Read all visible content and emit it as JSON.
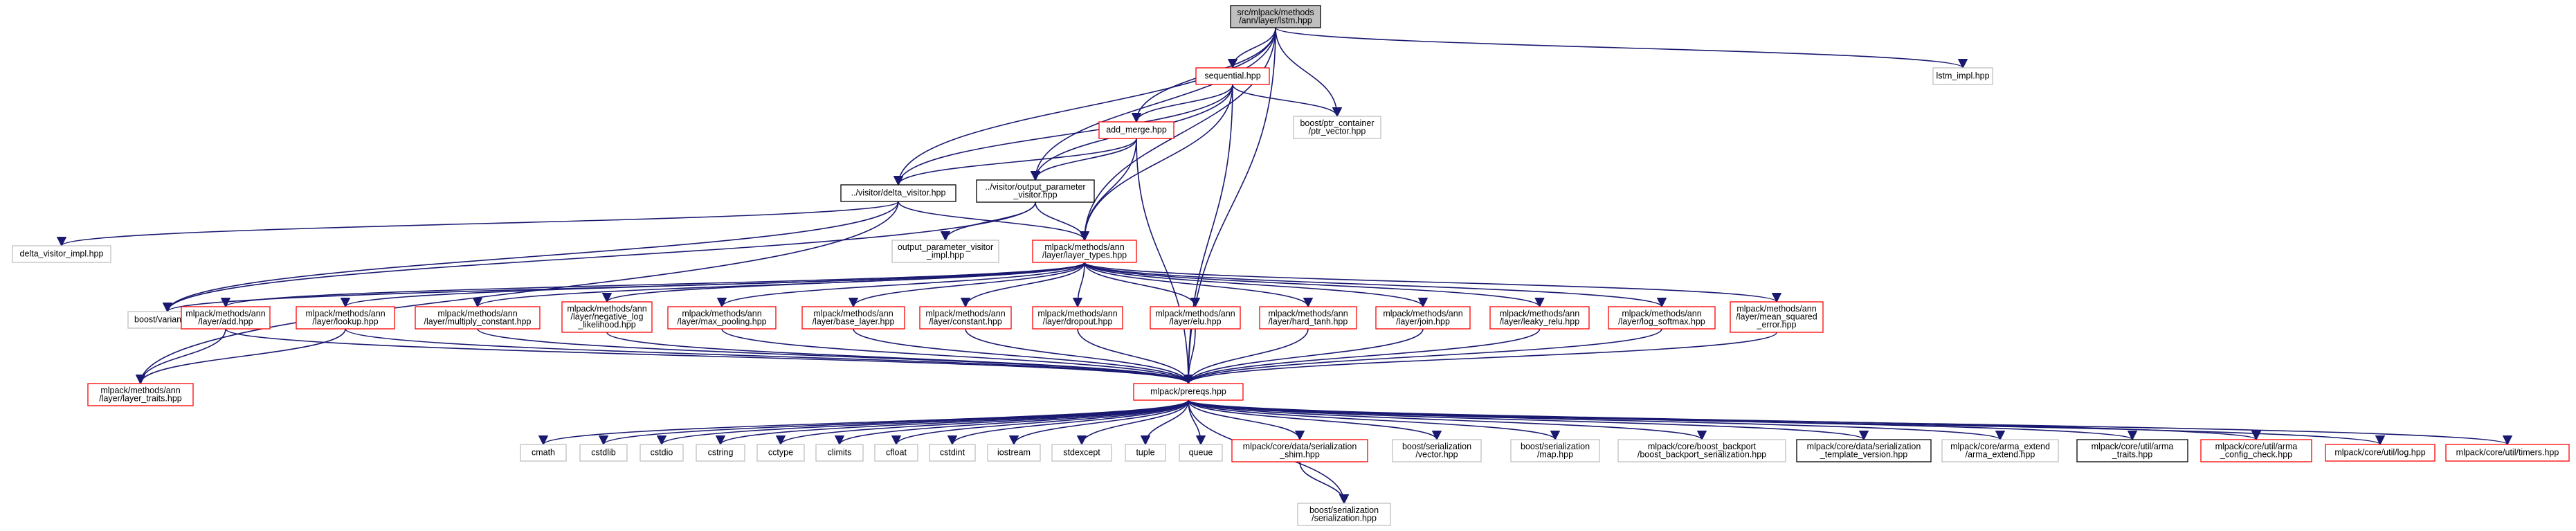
{
  "colors": {
    "edge": "#191970",
    "root_fill": "#bfbfbf",
    "border_red": "#ff0000",
    "border_black": "#000000",
    "border_grey": "#bfbfbf"
  },
  "nodes": [
    {
      "id": "lstm",
      "lines": [
        "src/mlpack/methods",
        "/ann/layer/lstm.hpp"
      ],
      "style": "root"
    },
    {
      "id": "sequential",
      "lines": [
        "sequential.hpp"
      ],
      "style": "red"
    },
    {
      "id": "lstm_impl",
      "lines": [
        "lstm_impl.hpp"
      ],
      "style": "grey"
    },
    {
      "id": "ptr_vector",
      "lines": [
        "boost/ptr_container",
        "/ptr_vector.hpp"
      ],
      "style": "grey"
    },
    {
      "id": "add_merge",
      "lines": [
        "add_merge.hpp"
      ],
      "style": "red"
    },
    {
      "id": "delta_visitor",
      "lines": [
        "../visitor/delta_visitor.hpp"
      ],
      "style": "black"
    },
    {
      "id": "output_parameter_visitor",
      "lines": [
        "../visitor/output_parameter",
        "_visitor.hpp"
      ],
      "style": "black"
    },
    {
      "id": "delta_visitor_impl",
      "lines": [
        "delta_visitor_impl.hpp"
      ],
      "style": "grey"
    },
    {
      "id": "output_parameter_visitor_impl",
      "lines": [
        "output_parameter_visitor",
        "_impl.hpp"
      ],
      "style": "grey"
    },
    {
      "id": "layer_types",
      "lines": [
        "mlpack/methods/ann",
        "/layer/layer_types.hpp"
      ],
      "style": "red"
    },
    {
      "id": "variant",
      "lines": [
        "boost/variant.hpp"
      ],
      "style": "grey"
    },
    {
      "id": "add",
      "lines": [
        "mlpack/methods/ann",
        "/layer/add.hpp"
      ],
      "style": "red"
    },
    {
      "id": "lookup",
      "lines": [
        "mlpack/methods/ann",
        "/layer/lookup.hpp"
      ],
      "style": "red"
    },
    {
      "id": "multiply_constant",
      "lines": [
        "mlpack/methods/ann",
        "/layer/multiply_constant.hpp"
      ],
      "style": "red"
    },
    {
      "id": "negative_log_likelihood",
      "lines": [
        "mlpack/methods/ann",
        "/layer/negative_log",
        "_likelihood.hpp"
      ],
      "style": "red"
    },
    {
      "id": "max_pooling",
      "lines": [
        "mlpack/methods/ann",
        "/layer/max_pooling.hpp"
      ],
      "style": "red"
    },
    {
      "id": "base_layer",
      "lines": [
        "mlpack/methods/ann",
        "/layer/base_layer.hpp"
      ],
      "style": "red"
    },
    {
      "id": "constant",
      "lines": [
        "mlpack/methods/ann",
        "/layer/constant.hpp"
      ],
      "style": "red"
    },
    {
      "id": "dropout",
      "lines": [
        "mlpack/methods/ann",
        "/layer/dropout.hpp"
      ],
      "style": "red"
    },
    {
      "id": "elu",
      "lines": [
        "mlpack/methods/ann",
        "/layer/elu.hpp"
      ],
      "style": "red"
    },
    {
      "id": "hard_tanh",
      "lines": [
        "mlpack/methods/ann",
        "/layer/hard_tanh.hpp"
      ],
      "style": "red"
    },
    {
      "id": "join",
      "lines": [
        "mlpack/methods/ann",
        "/layer/join.hpp"
      ],
      "style": "red"
    },
    {
      "id": "leaky_relu",
      "lines": [
        "mlpack/methods/ann",
        "/layer/leaky_relu.hpp"
      ],
      "style": "red"
    },
    {
      "id": "log_softmax",
      "lines": [
        "mlpack/methods/ann",
        "/layer/log_softmax.hpp"
      ],
      "style": "red"
    },
    {
      "id": "mean_squared_error",
      "lines": [
        "mlpack/methods/ann",
        "/layer/mean_squared",
        "_error.hpp"
      ],
      "style": "red"
    },
    {
      "id": "layer_traits",
      "lines": [
        "mlpack/methods/ann",
        "/layer/layer_traits.hpp"
      ],
      "style": "red"
    },
    {
      "id": "prereqs",
      "lines": [
        "mlpack/prereqs.hpp"
      ],
      "style": "red"
    },
    {
      "id": "cmath",
      "lines": [
        "cmath"
      ],
      "style": "grey"
    },
    {
      "id": "cstdlib",
      "lines": [
        "cstdlib"
      ],
      "style": "grey"
    },
    {
      "id": "cstdio",
      "lines": [
        "cstdio"
      ],
      "style": "grey"
    },
    {
      "id": "cstring",
      "lines": [
        "cstring"
      ],
      "style": "grey"
    },
    {
      "id": "cctype",
      "lines": [
        "cctype"
      ],
      "style": "grey"
    },
    {
      "id": "climits",
      "lines": [
        "climits"
      ],
      "style": "grey"
    },
    {
      "id": "cfloat",
      "lines": [
        "cfloat"
      ],
      "style": "grey"
    },
    {
      "id": "cstdint",
      "lines": [
        "cstdint"
      ],
      "style": "grey"
    },
    {
      "id": "iostream",
      "lines": [
        "iostream"
      ],
      "style": "grey"
    },
    {
      "id": "stdexcept",
      "lines": [
        "stdexcept"
      ],
      "style": "grey"
    },
    {
      "id": "tuple",
      "lines": [
        "tuple"
      ],
      "style": "grey"
    },
    {
      "id": "queue",
      "lines": [
        "queue"
      ],
      "style": "grey"
    },
    {
      "id": "serialization_shim",
      "lines": [
        "mlpack/core/data/serialization",
        "_shim.hpp"
      ],
      "style": "red"
    },
    {
      "id": "boost_vector",
      "lines": [
        "boost/serialization",
        "/vector.hpp"
      ],
      "style": "grey"
    },
    {
      "id": "boost_map",
      "lines": [
        "boost/serialization",
        "/map.hpp"
      ],
      "style": "grey"
    },
    {
      "id": "boost_backport",
      "lines": [
        "mlpack/core/boost_backport",
        "/boost_backport_serialization.hpp"
      ],
      "style": "grey"
    },
    {
      "id": "serialization_template_version",
      "lines": [
        "mlpack/core/data/serialization",
        "_template_version.hpp"
      ],
      "style": "black"
    },
    {
      "id": "arma_extend",
      "lines": [
        "mlpack/core/arma_extend",
        "/arma_extend.hpp"
      ],
      "style": "grey"
    },
    {
      "id": "arma_traits",
      "lines": [
        "mlpack/core/util/arma",
        "_traits.hpp"
      ],
      "style": "black"
    },
    {
      "id": "arma_config_check",
      "lines": [
        "mlpack/core/util/arma",
        "_config_check.hpp"
      ],
      "style": "red"
    },
    {
      "id": "log",
      "lines": [
        "mlpack/core/util/log.hpp"
      ],
      "style": "red"
    },
    {
      "id": "timers",
      "lines": [
        "mlpack/core/util/timers.hpp"
      ],
      "style": "red"
    },
    {
      "id": "boost_serialization",
      "lines": [
        "boost/serialization",
        "/serialization.hpp"
      ],
      "style": "grey"
    }
  ],
  "edges": [
    [
      "lstm",
      "sequential"
    ],
    [
      "lstm",
      "lstm_impl"
    ],
    [
      "lstm",
      "ptr_vector"
    ],
    [
      "lstm",
      "add_merge"
    ],
    [
      "lstm",
      "delta_visitor"
    ],
    [
      "lstm",
      "output_parameter_visitor"
    ],
    [
      "lstm",
      "layer_types"
    ],
    [
      "lstm",
      "prereqs"
    ],
    [
      "sequential",
      "ptr_vector"
    ],
    [
      "sequential",
      "add_merge"
    ],
    [
      "sequential",
      "delta_visitor"
    ],
    [
      "sequential",
      "output_parameter_visitor"
    ],
    [
      "sequential",
      "layer_types"
    ],
    [
      "sequential",
      "prereqs"
    ],
    [
      "add_merge",
      "delta_visitor"
    ],
    [
      "add_merge",
      "output_parameter_visitor"
    ],
    [
      "add_merge",
      "layer_types"
    ],
    [
      "add_merge",
      "prereqs"
    ],
    [
      "delta_visitor",
      "delta_visitor_impl"
    ],
    [
      "delta_visitor",
      "layer_types"
    ],
    [
      "delta_visitor",
      "variant"
    ],
    [
      "delta_visitor",
      "layer_traits"
    ],
    [
      "output_parameter_visitor",
      "output_parameter_visitor_impl"
    ],
    [
      "output_parameter_visitor",
      "layer_types"
    ],
    [
      "output_parameter_visitor",
      "variant"
    ],
    [
      "layer_types",
      "variant"
    ],
    [
      "layer_types",
      "add"
    ],
    [
      "layer_types",
      "lookup"
    ],
    [
      "layer_types",
      "multiply_constant"
    ],
    [
      "layer_types",
      "negative_log_likelihood"
    ],
    [
      "layer_types",
      "max_pooling"
    ],
    [
      "layer_types",
      "base_layer"
    ],
    [
      "layer_types",
      "constant"
    ],
    [
      "layer_types",
      "dropout"
    ],
    [
      "layer_types",
      "elu"
    ],
    [
      "layer_types",
      "hard_tanh"
    ],
    [
      "layer_types",
      "join"
    ],
    [
      "layer_types",
      "leaky_relu"
    ],
    [
      "layer_types",
      "log_softmax"
    ],
    [
      "layer_types",
      "mean_squared_error"
    ],
    [
      "add",
      "layer_traits"
    ],
    [
      "add",
      "prereqs"
    ],
    [
      "lookup",
      "layer_traits"
    ],
    [
      "lookup",
      "prereqs"
    ],
    [
      "multiply_constant",
      "prereqs"
    ],
    [
      "negative_log_likelihood",
      "prereqs"
    ],
    [
      "max_pooling",
      "prereqs"
    ],
    [
      "base_layer",
      "prereqs"
    ],
    [
      "constant",
      "prereqs"
    ],
    [
      "dropout",
      "prereqs"
    ],
    [
      "elu",
      "prereqs"
    ],
    [
      "hard_tanh",
      "prereqs"
    ],
    [
      "join",
      "prereqs"
    ],
    [
      "leaky_relu",
      "prereqs"
    ],
    [
      "log_softmax",
      "prereqs"
    ],
    [
      "mean_squared_error",
      "prereqs"
    ],
    [
      "prereqs",
      "cmath"
    ],
    [
      "prereqs",
      "cstdlib"
    ],
    [
      "prereqs",
      "cstdio"
    ],
    [
      "prereqs",
      "cstring"
    ],
    [
      "prereqs",
      "cctype"
    ],
    [
      "prereqs",
      "climits"
    ],
    [
      "prereqs",
      "cfloat"
    ],
    [
      "prereqs",
      "cstdint"
    ],
    [
      "prereqs",
      "iostream"
    ],
    [
      "prereqs",
      "stdexcept"
    ],
    [
      "prereqs",
      "tuple"
    ],
    [
      "prereqs",
      "queue"
    ],
    [
      "prereqs",
      "serialization_shim"
    ],
    [
      "prereqs",
      "boost_vector"
    ],
    [
      "prereqs",
      "boost_map"
    ],
    [
      "prereqs",
      "boost_backport"
    ],
    [
      "prereqs",
      "serialization_template_version"
    ],
    [
      "prereqs",
      "arma_extend"
    ],
    [
      "prereqs",
      "arma_traits"
    ],
    [
      "prereqs",
      "arma_config_check"
    ],
    [
      "prereqs",
      "log"
    ],
    [
      "prereqs",
      "timers"
    ],
    [
      "prereqs",
      "boost_serialization"
    ],
    [
      "serialization_shim",
      "boost_serialization"
    ]
  ]
}
